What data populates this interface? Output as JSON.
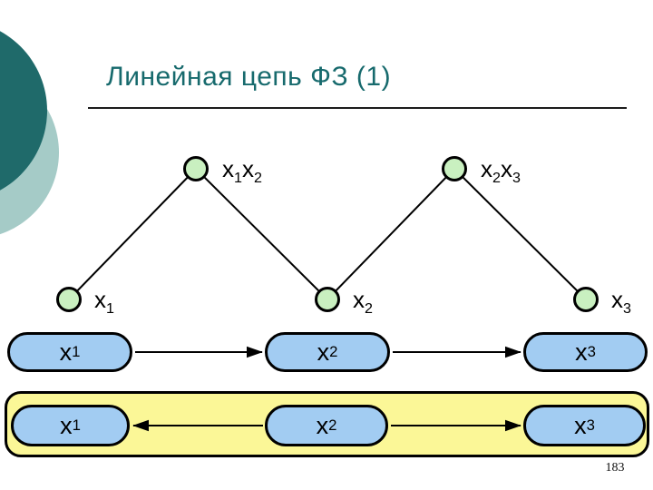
{
  "slide": {
    "title": "Линейная цепь ФЗ (1)",
    "page_number": "183"
  },
  "palette": {
    "title_color": "#176a6d",
    "deco_dark": "#1f6a6a",
    "deco_light": "#a5cbc7",
    "node_fill": "#c9f0c0",
    "pill_fill": "#a2ccf2",
    "band_fill": "#fbf797",
    "line_color": "#000000"
  },
  "factor_graph": {
    "factors": [
      {
        "label": "x₁x₂"
      },
      {
        "label": "x₂x₃"
      }
    ],
    "variables": [
      {
        "label": "x₁"
      },
      {
        "label": "x₂"
      },
      {
        "label": "x₃"
      }
    ]
  },
  "chain_forward": {
    "direction": "left-to-right",
    "items": [
      {
        "label": "x₁"
      },
      {
        "label": "x₂"
      },
      {
        "label": "x₃"
      }
    ]
  },
  "chain_divergent": {
    "direction": "outward-from-center",
    "items": [
      {
        "label": "x₁"
      },
      {
        "label": "x₂"
      },
      {
        "label": "x₃"
      }
    ]
  }
}
